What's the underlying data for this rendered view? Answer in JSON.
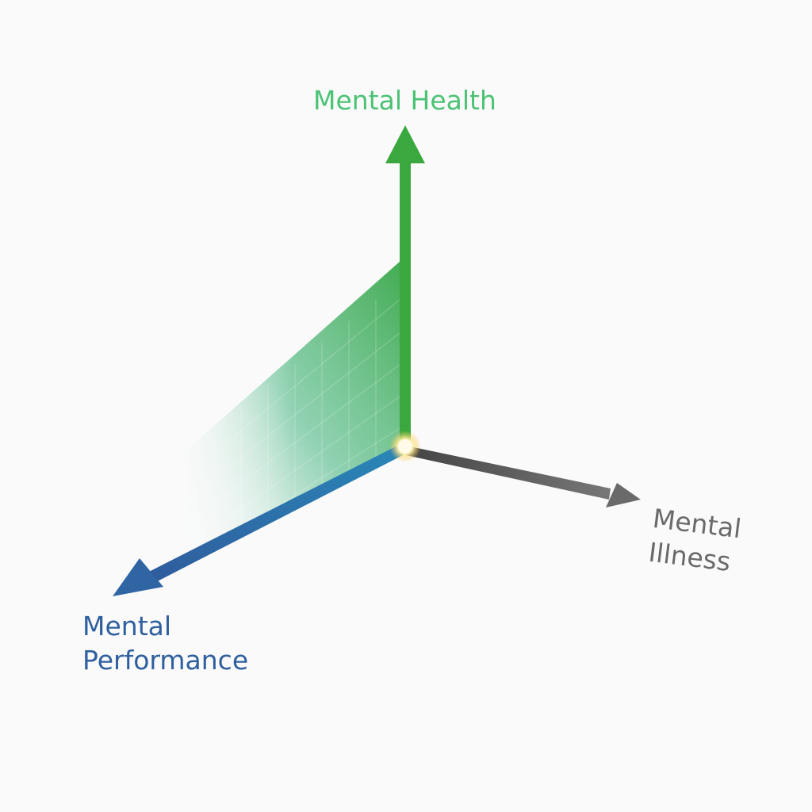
{
  "axes": {
    "vertical": {
      "label": "Mental Health",
      "color": "#3aa83e"
    },
    "right": {
      "label_line1": "Mental",
      "label_line2": "Illness",
      "color": "#606060"
    },
    "left": {
      "label_line1": "Mental",
      "label_line2": "Performance",
      "color": "#2f5f9e"
    }
  },
  "origin_glow_color": "#fff3b0"
}
